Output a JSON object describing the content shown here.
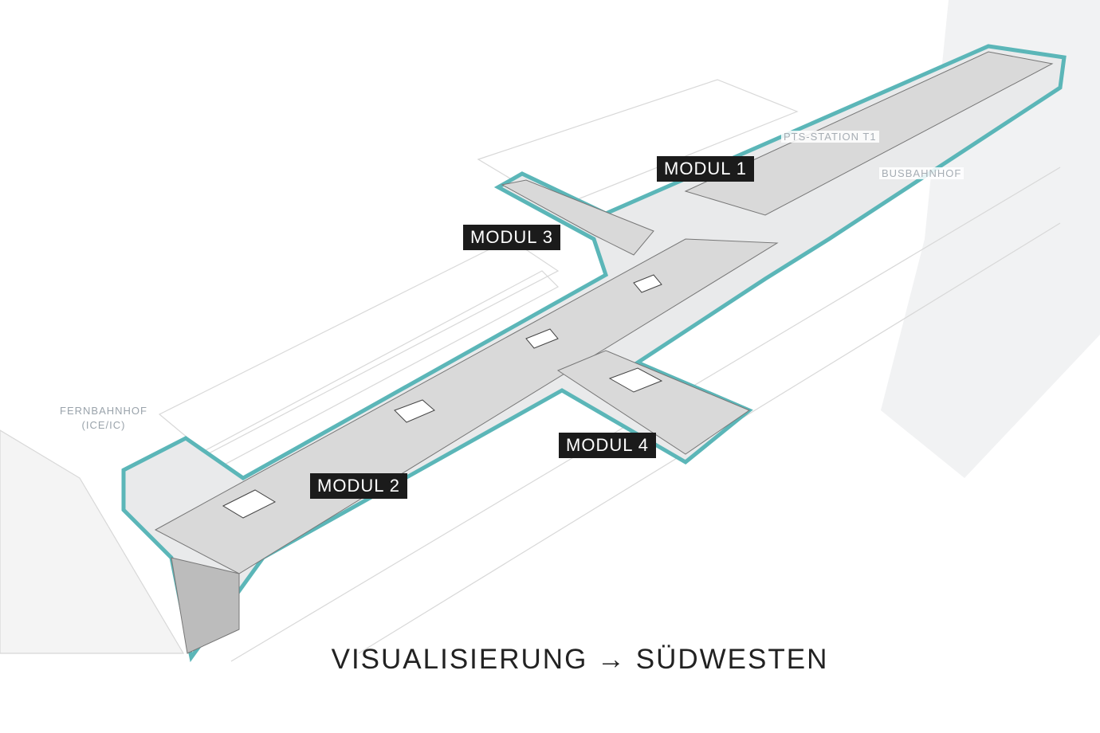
{
  "labels": {
    "modul_1": "MODUL 1",
    "modul_2": "MODUL 2",
    "modul_3": "MODUL 3",
    "modul_4": "MODUL 4",
    "pts_station": "PTS-STATION T1",
    "busbahnhof": "BUSBAHNHOF",
    "fernbahnhof_line1": "FERNBAHNHOF",
    "fernbahnhof_line2": "(ICE/IC)"
  },
  "caption": "VISUALISIERUNG → SÜDWESTEN",
  "colors": {
    "outline": "#5bb6b8",
    "label_bg": "#1b1b1b"
  }
}
